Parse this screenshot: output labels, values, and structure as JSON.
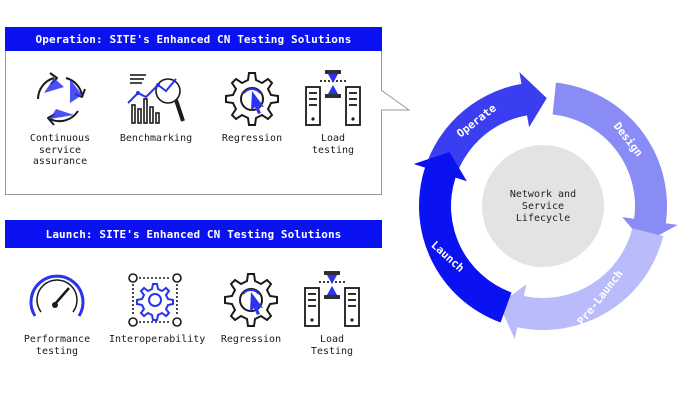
{
  "operation_panel": {
    "title": "Operation: SITE's Enhanced CN Testing Solutions",
    "items": [
      {
        "label": "Continuous\nservice\nassurance",
        "icon": "recycle-arrows-icon"
      },
      {
        "label": "Benchmarking",
        "icon": "magnifier-chart-icon"
      },
      {
        "label": "Regression",
        "icon": "gear-cursor-icon"
      },
      {
        "label": "Load\ntesting",
        "icon": "servers-hourglass-icon"
      }
    ]
  },
  "launch_panel": {
    "title": "Launch: SITE's Enhanced CN Testing Solutions",
    "items": [
      {
        "label": "Performance\ntesting",
        "icon": "gauge-icon"
      },
      {
        "label": "Interoperability",
        "icon": "gears-network-icon"
      },
      {
        "label": "Regression",
        "icon": "gear-cursor-icon"
      },
      {
        "label": "Load\nTesting",
        "icon": "servers-hourglass-icon"
      }
    ]
  },
  "lifecycle": {
    "center": "Network and\nService\nLifecycle",
    "stages": [
      "Operate",
      "Design",
      "Pre-Launch",
      "Launch"
    ],
    "colors": {
      "operate": "#3a3ef0",
      "design": "#8a8cf6",
      "pre_launch": "#b9bbfa",
      "launch": "#0a12f2",
      "center": "#e3e3e3"
    }
  }
}
